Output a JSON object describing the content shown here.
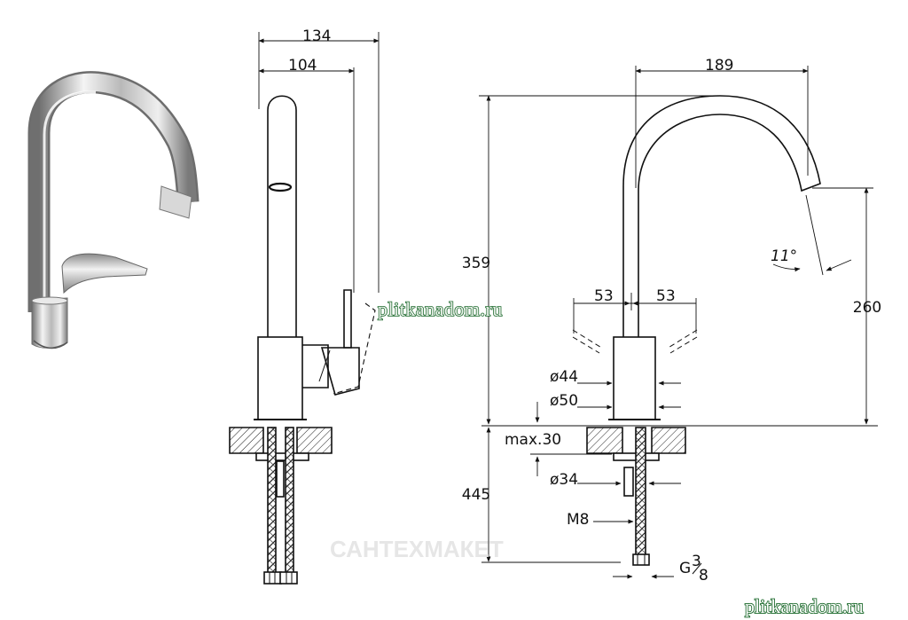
{
  "dimensions": {
    "w134": "134",
    "w104": "104",
    "w189": "189",
    "h359": "359",
    "h260": "260",
    "s53_left": "53",
    "s53_right": "53",
    "angle": "11°",
    "d44": "ø44",
    "d50": "ø50",
    "max30": "max.30",
    "d34": "ø34",
    "h445": "445",
    "m8": "M8",
    "g38_g": "G",
    "g38_num": "3",
    "g38_den": "8"
  },
  "watermarks": {
    "center": "plitkanadom.ru",
    "corner": "plitkanadom.ru",
    "faint_logo": "САНТЕХМАКЕТ"
  }
}
